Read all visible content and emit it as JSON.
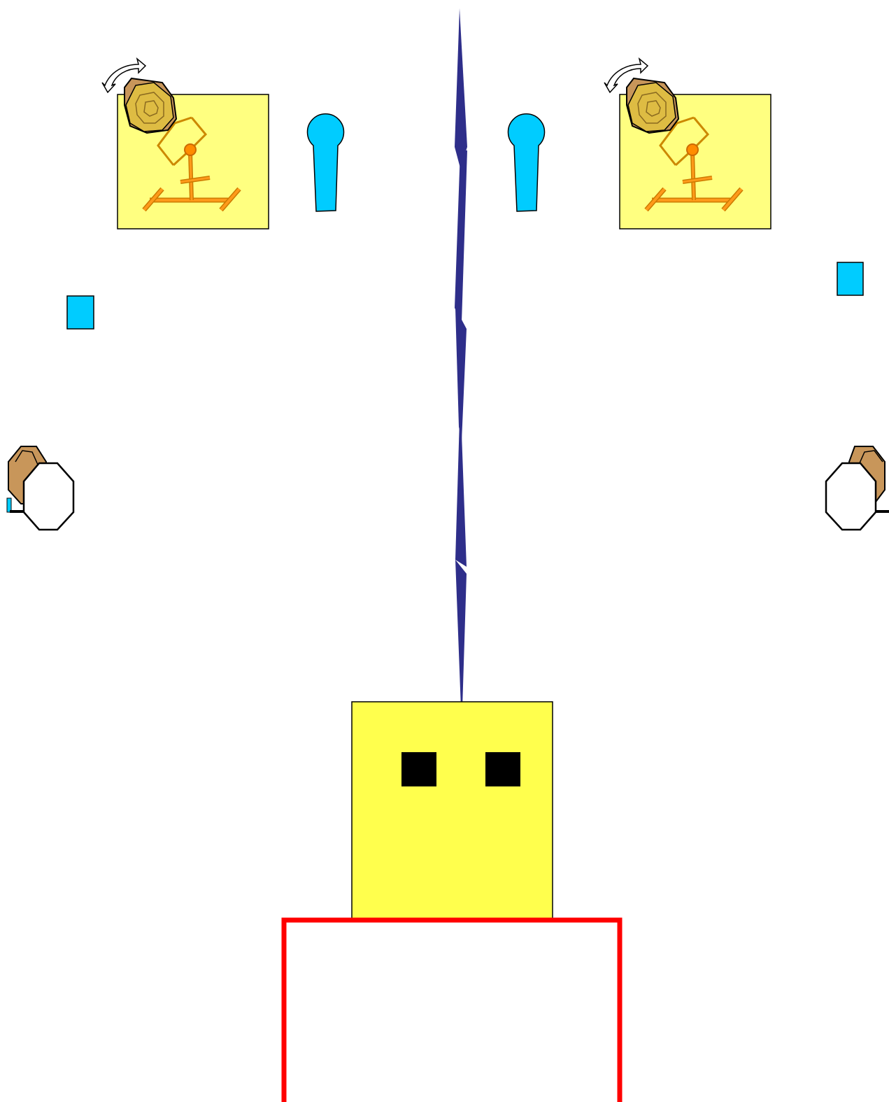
{
  "diagram": {
    "colors": {
      "background": "#ffffff",
      "lamp_panel": "#ffff80",
      "lamp_frame": "#cc8800",
      "lamp_orange": "#ff8c00",
      "lamp_head": "#e0c040",
      "barn_door": "#c8965a",
      "mic": "#00ccff",
      "small_box": "#00ccff",
      "center_line": "#2e2e8a",
      "desk": "#ffff4d",
      "desk_dot": "#000000",
      "frame_outline": "#ff0000",
      "outline": "#000000"
    },
    "items": {
      "lamp_left": "studio-light-icon",
      "lamp_right": "studio-light-icon",
      "rotate_arrow_left": "rotate-arrow-icon",
      "rotate_arrow_right": "rotate-arrow-icon",
      "mic_left": "microphone-icon",
      "mic_right": "microphone-icon",
      "box_left": "square-marker",
      "box_right": "square-marker",
      "fill_light_left": "octagon-light-icon",
      "fill_light_right": "octagon-light-icon",
      "divider": "center-divider-line",
      "desk": "desk-block",
      "camera_frame": "camera-frame"
    }
  }
}
